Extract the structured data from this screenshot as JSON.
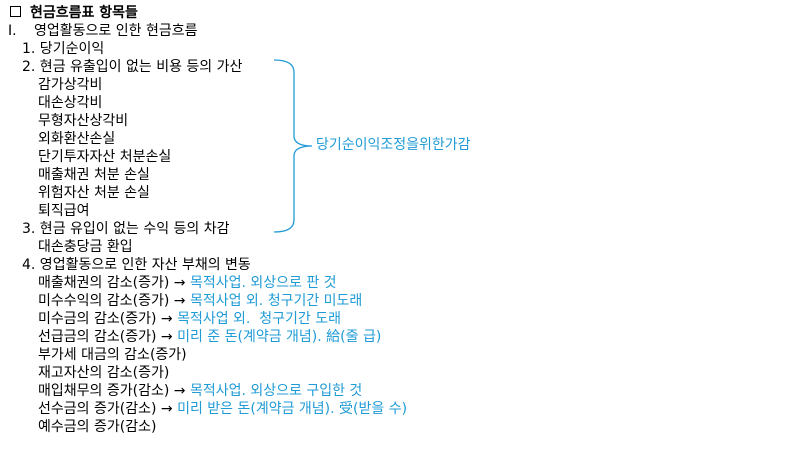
{
  "title": "현금흐름표 항목들",
  "section": {
    "number": "I.",
    "label": "영업활동으로 인한 현금흐름"
  },
  "items": {
    "i1": "1. 당기순이익",
    "i2": "2. 현금 유출입이 없는 비용 등의 가산",
    "i2_sub": [
      "감가상각비",
      "대손상각비",
      "무형자산상각비",
      "외화환산손실",
      "단기투자자산 처분손실",
      "매출채권 처분 손실",
      "위험자산 처분 손실",
      "퇴직급여"
    ],
    "i3": "3. 현금 유입이 없는 수익 등의 차감",
    "i3_sub": [
      "대손충당금 환입"
    ],
    "i4": "4. 영업활동으로 인한 자산 부채의 변동"
  },
  "i4_sub": [
    {
      "label": "매출채권의 감소(증가)",
      "arrow": "→",
      "note": "목적사업. 외상으로 판 것"
    },
    {
      "label": "미수수익의 감소(증가)",
      "arrow": "→",
      "note": "목적사업 외. 청구기간 미도래"
    },
    {
      "label": "미수금의 감소(증가)",
      "arrow": "→",
      "note": "목적사업 외.  청구기간 도래"
    },
    {
      "label": "선급금의 감소(증가)",
      "arrow": "→",
      "note": "미리 준 돈(계약금 개념). 給(줄 급)"
    },
    {
      "label": "부가세 대금의 감소(증가)",
      "arrow": "",
      "note": ""
    },
    {
      "label": "재고자산의 감소(증가)",
      "arrow": "",
      "note": ""
    },
    {
      "label": "매입채무의 증가(감소)",
      "arrow": "→",
      "note": "목적사업. 외상으로 구입한 것"
    },
    {
      "label": "선수금의 증가(감소)",
      "arrow": "→",
      "note": "미리 받은 돈(계약금 개념). 受(받을 수)"
    },
    {
      "label": "예수금의 증가(감소)",
      "arrow": "",
      "note": ""
    }
  ],
  "brace_label": "당기순이익조정을위한가감",
  "colors": {
    "note": "#1f9bd6",
    "text": "#000000"
  }
}
